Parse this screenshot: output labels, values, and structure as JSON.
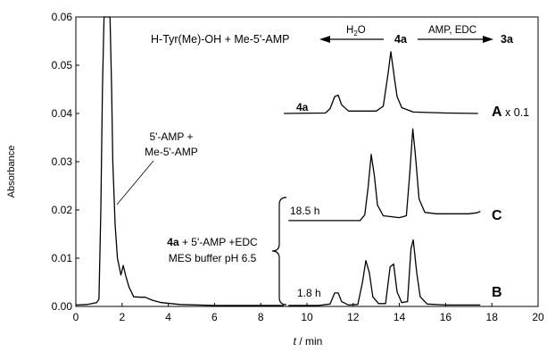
{
  "chart_data": {
    "type": "line",
    "xlabel_italic": "t",
    "xlabel_rest": " / min",
    "ylabel": "Absorbance",
    "xlim": [
      0,
      20
    ],
    "ylim": [
      0,
      0.06
    ],
    "x_ticks": [
      "0",
      "2",
      "4",
      "6",
      "8",
      "10",
      "12",
      "14",
      "16",
      "18",
      "20"
    ],
    "y_ticks": [
      "0.00",
      "0.01",
      "0.02",
      "0.03",
      "0.04",
      "0.05",
      "0.06"
    ],
    "grid": false,
    "series": [
      {
        "label": "",
        "points": [
          [
            0,
            0.0003
          ],
          [
            0.5,
            0.0004
          ],
          [
            0.9,
            0.0008
          ],
          [
            1.0,
            0.0015
          ],
          [
            1.08,
            0.02
          ],
          [
            1.15,
            0.045
          ],
          [
            1.22,
            0.06
          ],
          [
            1.48,
            0.06
          ],
          [
            1.55,
            0.045
          ],
          [
            1.6,
            0.03
          ],
          [
            1.7,
            0.017
          ],
          [
            1.8,
            0.01
          ],
          [
            1.95,
            0.0065
          ],
          [
            2.05,
            0.0085
          ],
          [
            2.15,
            0.0065
          ],
          [
            2.3,
            0.004
          ],
          [
            2.5,
            0.002
          ],
          [
            2.8,
            0.0019
          ],
          [
            3.0,
            0.0019
          ],
          [
            3.3,
            0.0013
          ],
          [
            3.7,
            0.0008
          ],
          [
            4.5,
            0.0004
          ],
          [
            6,
            0.0002
          ],
          [
            8,
            0.0002
          ],
          [
            9,
            0.0002
          ]
        ]
      },
      {
        "label": "B",
        "points": [
          [
            9.2,
            0.0002
          ],
          [
            10.5,
            0.0002
          ],
          [
            11.0,
            0.0005
          ],
          [
            11.2,
            0.0028
          ],
          [
            11.35,
            0.0028
          ],
          [
            11.5,
            0.001
          ],
          [
            11.8,
            0.0003
          ],
          [
            12.2,
            0.0004
          ],
          [
            12.4,
            0.005
          ],
          [
            12.55,
            0.0095
          ],
          [
            12.7,
            0.007
          ],
          [
            12.85,
            0.002
          ],
          [
            13.1,
            0.0006
          ],
          [
            13.4,
            0.0006
          ],
          [
            13.6,
            0.0082
          ],
          [
            13.75,
            0.0088
          ],
          [
            13.9,
            0.003
          ],
          [
            14.1,
            0.0008
          ],
          [
            14.35,
            0.001
          ],
          [
            14.5,
            0.012
          ],
          [
            14.6,
            0.0138
          ],
          [
            14.75,
            0.007
          ],
          [
            14.9,
            0.002
          ],
          [
            15.2,
            0.0005
          ],
          [
            16,
            0.0003
          ],
          [
            17,
            0.0003
          ],
          [
            17.5,
            0.0003
          ]
        ]
      },
      {
        "label": "C",
        "points": [
          [
            9.2,
            0.0178
          ],
          [
            12.3,
            0.0178
          ],
          [
            12.5,
            0.019
          ],
          [
            12.65,
            0.0248
          ],
          [
            12.78,
            0.0315
          ],
          [
            12.92,
            0.027
          ],
          [
            13.05,
            0.021
          ],
          [
            13.3,
            0.0188
          ],
          [
            14.0,
            0.0184
          ],
          [
            14.3,
            0.0188
          ],
          [
            14.45,
            0.0278
          ],
          [
            14.58,
            0.0368
          ],
          [
            14.7,
            0.031
          ],
          [
            14.85,
            0.0223
          ],
          [
            15.1,
            0.0195
          ],
          [
            15.6,
            0.0192
          ],
          [
            17.0,
            0.0192
          ],
          [
            17.35,
            0.0194
          ],
          [
            17.5,
            0.0197
          ]
        ]
      },
      {
        "label": "A",
        "points": [
          [
            9.0,
            0.04
          ],
          [
            10.8,
            0.0401
          ],
          [
            11.0,
            0.041
          ],
          [
            11.2,
            0.0435
          ],
          [
            11.35,
            0.0438
          ],
          [
            11.5,
            0.0418
          ],
          [
            11.8,
            0.0405
          ],
          [
            13.0,
            0.0405
          ],
          [
            13.3,
            0.0415
          ],
          [
            13.5,
            0.048
          ],
          [
            13.63,
            0.0528
          ],
          [
            13.78,
            0.0475
          ],
          [
            13.9,
            0.0435
          ],
          [
            14.1,
            0.0412
          ],
          [
            14.6,
            0.0403
          ],
          [
            16,
            0.0401
          ],
          [
            17.4,
            0.04
          ]
        ]
      }
    ],
    "annotations": {
      "scheme_left": "H-Tyr(Me)-OH + Me-5'-AMP",
      "scheme_h2o_main": "H",
      "scheme_h2o_sub": "2",
      "scheme_h2o_tail": "O",
      "scheme_center": "4a",
      "scheme_right_label": "AMP, EDC",
      "scheme_product": "3a",
      "peak_label_line1": "5'-AMP +",
      "peak_label_line2": "Me-5'-AMP",
      "trace_a_compound": "4a",
      "trace_a_letter": "A",
      "trace_a_scale": " x 0.1",
      "trace_c_letter": "C",
      "trace_b_letter": "B",
      "time_c": "18.5 h",
      "time_b": "1.8 h",
      "cond_compound": "4a",
      "cond_rest": " + 5'-AMP +EDC",
      "cond_line2": "MES buffer pH 6.5"
    }
  }
}
